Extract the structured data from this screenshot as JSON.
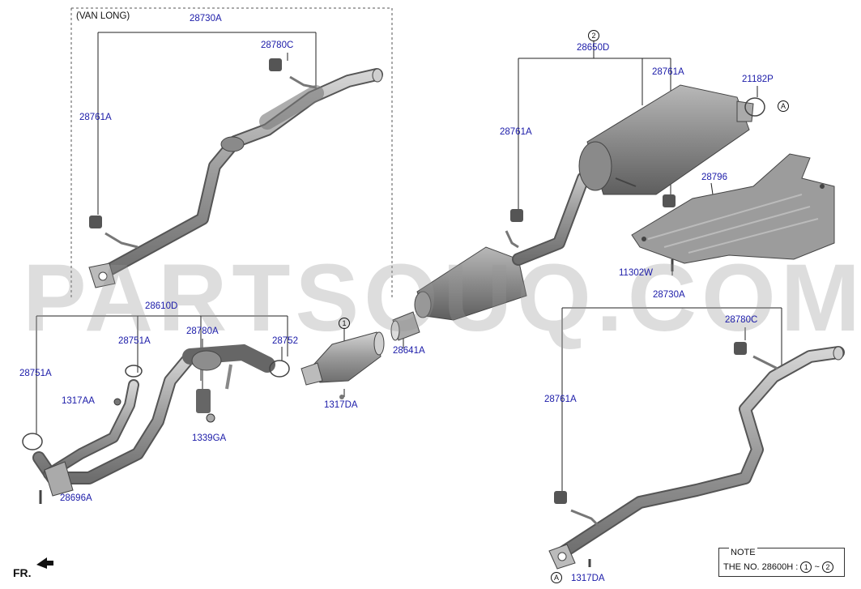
{
  "diagram": {
    "watermark": "PARTSOUQ.COM",
    "van_long_caption": "(VAN LONG)",
    "labels": {
      "l_28730A_top": "28730A",
      "l_28780C_top": "28780C",
      "l_28761A_top": "28761A",
      "l_28610D": "28610D",
      "l_28751A_mid": "28751A",
      "l_28780A": "28780A",
      "l_28752": "28752",
      "l_28751A_left": "28751A",
      "l_1317AA": "1317AA",
      "l_1339GA": "1339GA",
      "l_28696A": "28696A",
      "l_1": "1",
      "l_1317DA_mid": "1317DA",
      "l_28641A": "28641A",
      "l_2": "2",
      "l_28650D": "28650D",
      "l_28761A_muffler": "28761A",
      "l_28761A_rear": "28761A",
      "l_21182P": "21182P",
      "l_A_top": "A",
      "l_28796": "28796",
      "l_11302W": "11302W",
      "l_28730A_bottom": "28730A",
      "l_28780C_bottom": "28780C",
      "l_28761A_bottom": "28761A",
      "l_A_bottom": "A",
      "l_1317DA_bottom": "1317DA"
    },
    "note": {
      "heading": "NOTE",
      "text_prefix": "THE NO. 28600H :",
      "range_start": "1",
      "range_sep": "~",
      "range_end": "2"
    },
    "direction_label": "FR."
  }
}
